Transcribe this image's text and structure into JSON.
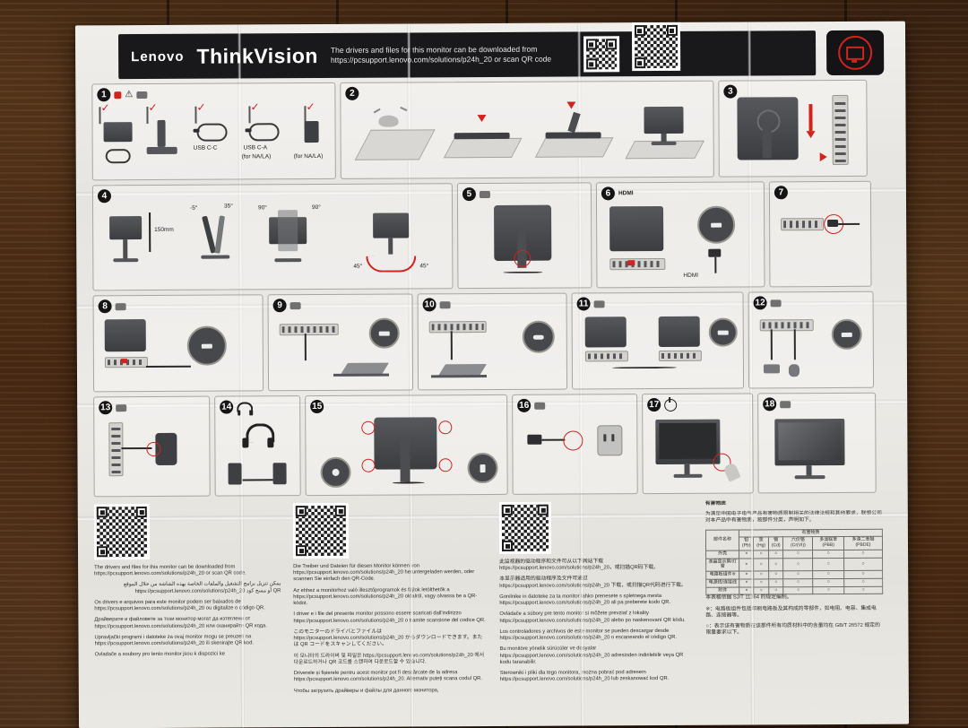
{
  "header": {
    "brand": "Lenovo",
    "product": "ThinkVision",
    "download_text": "The drivers and files for this monitor can be downloaded from\nhttps://pcsupport.lenovo.com/solutions/p24h_20 or scan QR code"
  },
  "icons": {
    "check": "✓",
    "warning": "⚠"
  },
  "step_numbers": [
    "1",
    "2",
    "3",
    "4",
    "5",
    "6",
    "7",
    "8",
    "9",
    "10",
    "11",
    "12",
    "13",
    "14",
    "15",
    "16",
    "17",
    "18"
  ],
  "labels": {
    "usb_cc": "USB C-C",
    "usb_ca": "USB C-A",
    "for_nala": "(for NA/LA)",
    "height": "150mm",
    "tilt_neg": "-5°",
    "tilt_pos": "35°",
    "pivot": "90°",
    "swivel": "45°",
    "hdmi": "HDMI"
  },
  "downloads": {
    "col1": [
      "The drivers and files for this monitor can be downloaded from https://pcsupport.lenovo.com/solutions/p24h_20 or scan QR code.",
      "يمكن تنزيل برامج التشغيل والملفات الخاصة بهذه الشاشة من خلال الموقع https://pcsupport.lenovo.com/solutions/p24h_20 أو مسح كود QR",
      "Os drivers e arquivos para este monitor podem ser baixados de https://pcsupport.lenovo.com/solutions/p24h_20 ou digitalize o código QR.",
      "Драйверите и файловете за този монитор могат да изтеглени от https://pcsupport.lenovo.com/solutions/p24h_20 или сканирайте QR кода.",
      "Upravljački programi i datoteke za ovaj monitor mogu se preuzeti na https://pcsupport.lenovo.com/solutions/p24h_20 ili skenirajte QR kod.",
      "Ovladače a soubory pro tento monitor jsou k dispozici ke"
    ],
    "col2": [
      "Die Treiber und Dateien für diesen Monitor können von https://pcsupport.lenovo.com/solutions/p24h_20 heruntergeladen werden, oder scannen Sie einfach den QR-Code.",
      "Az ehhez a monitorhoz való illesztőprogramok és fájlok letölthetők a https://pcsupport.lenovo.com/solutions/p24h_20 oldalról, vagy olvassa be a QR-kódot.",
      "I driver e i file del presente monitor possono essere scaricati dall'indirizzo https://pcsupport.lenovo.com/solutions/p24h_20 o tramite scansione del codice QR.",
      "このモニターのドライバとファイルは https://pcsupport.lenovo.com/solutions/p24h_20 からダウンロードできます。または QR コードをスキャンしてください。",
      "이 모니터의 드라이버 및 파일은 https://pcsupport.lenovo.com/solutions/p24h_20 에서 다운로드하거나 QR 코드를 스캔하여 다운로드할 수 있습니다.",
      "Driverele și fișierele pentru acest monitor pot fi descărcate de la adresa https://pcsupport.lenovo.com/solutions/p24h_20. Alternativ puteți scana codul QR.",
      "Чтобы загрузить драйверы и файлы для данного монитора,"
    ],
    "col3": [
      "此监视器的驱动程序和文件可从以下网站下载 https://pcsupport.lenovo.com/solutions/p24h_20，或扫描QR码下载。",
      "本显示器适用的驱动程序及文件可通过 https://pcsupport.lenovo.com/solutions/p24h_20 下载，或扫描QR代码进行下载。",
      "Gonilnike in datoteke za ta monitor lahko prenesete s spletnega mesta https://pcsupport.lenovo.com/solutions/p24h_20 ali pa preberete kodo QR.",
      "Ovládače a súbory pre tento monitor si môžete prevziať z lokality https://pcsupport.lenovo.com/solutions/p24h_20 alebo po naskenovaní QR kódu.",
      "Los controladores y archivos de este monitor se pueden descargar desde https://pcsupport.lenovo.com/solutions/p24h_20 o escaneando el código QR.",
      "Bu monitöre yönelik sürücüler ve dosyalar https://pcsupport.lenovo.com/solutions/p24h_20 adresinden indirilebilir veya QR kodu taranabilir.",
      "Sterowniki i pliki dla tego monitora, można pobrać pod adresem https://pcsupport.lenovo.com/solutions/p24h_20 lub zeskanować kod QR."
    ]
  },
  "hazard": {
    "title": "有害物质",
    "intro": "为满足中国电子电气产品有害物质限制相关的法律法规和其他要求，联想公司对本产品中有害物质，按部件分类，声明如下。",
    "col_part": "部件名称",
    "col_group": "有害物质",
    "cols": [
      "铅(Pb)",
      "汞(Hg)",
      "镉(Cd)",
      "六价铬(Cr(VI))",
      "多溴联苯(PBB)",
      "多溴二苯醚(PBDE)"
    ],
    "rows": [
      {
        "part": "外壳",
        "m": [
          "×",
          "○",
          "○",
          "○",
          "○",
          "○"
        ]
      },
      {
        "part": "液晶显示屏/灯管",
        "m": [
          "×",
          "○",
          "○",
          "○",
          "○",
          "○"
        ]
      },
      {
        "part": "电路板组件※",
        "m": [
          "×",
          "○",
          "○",
          "○",
          "○",
          "○"
        ]
      },
      {
        "part": "电源线/连接线",
        "m": [
          "×",
          "○",
          "○",
          "○",
          "○",
          "○"
        ]
      },
      {
        "part": "附件",
        "m": [
          "×",
          "○",
          "○",
          "○",
          "○",
          "○"
        ]
      }
    ],
    "notes": [
      "本表格依据 SJ/T 11364 的规定编制。",
      "※：电路板组件包括印刷电路板及其构成的零部件，如电阻、电容、集成电路、连接器等。",
      "○：表示该有害物质在该部件所有均质材料中的含量均在 GB/T 26572 规定的限量要求以下。"
    ]
  }
}
